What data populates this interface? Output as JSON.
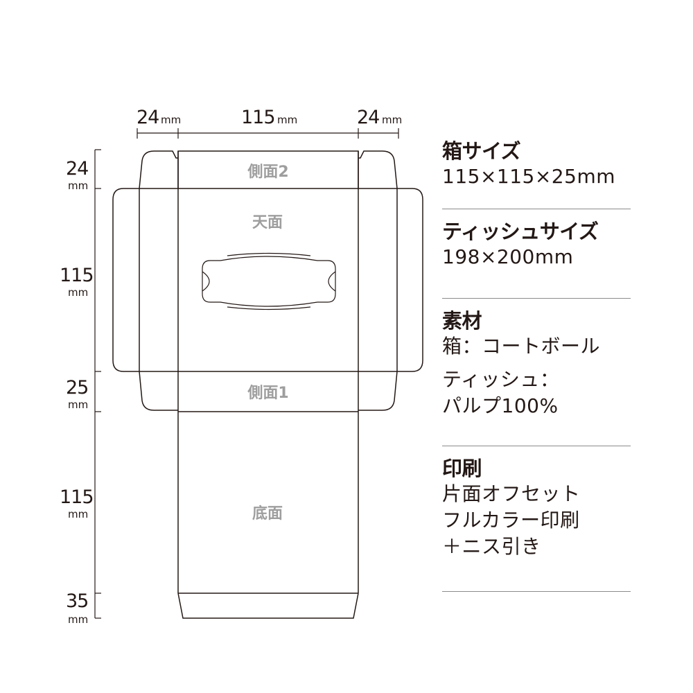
{
  "dimensions": {
    "top": [
      {
        "value": "24",
        "unit": "mm"
      },
      {
        "value": "115",
        "unit": "mm"
      },
      {
        "value": "24",
        "unit": "mm"
      }
    ],
    "left": [
      {
        "value": "24",
        "unit": "mm"
      },
      {
        "value": "115",
        "unit": "mm"
      },
      {
        "value": "25",
        "unit": "mm"
      },
      {
        "value": "115",
        "unit": "mm"
      },
      {
        "value": "35",
        "unit": "mm"
      }
    ]
  },
  "panels": {
    "side2": "側面2",
    "top": "天面",
    "side1": "側面1",
    "bottom": "底面"
  },
  "specs": [
    {
      "title": "箱サイズ",
      "lines": [
        "115×115×25mm"
      ]
    },
    {
      "title": "ティッシュサイズ",
      "lines": [
        "198×200mm"
      ]
    },
    {
      "title": "素材",
      "lines": [
        "箱：コートボール",
        "ティッシュ：",
        "パルプ100%"
      ]
    },
    {
      "title": "印刷",
      "lines": [
        "片面オフセット",
        "フルカラー印刷",
        "＋ニス引き"
      ]
    }
  ],
  "colors": {
    "line": "#231815",
    "panel_label": "#9e9e9f",
    "divider": "#8a8a8a"
  }
}
